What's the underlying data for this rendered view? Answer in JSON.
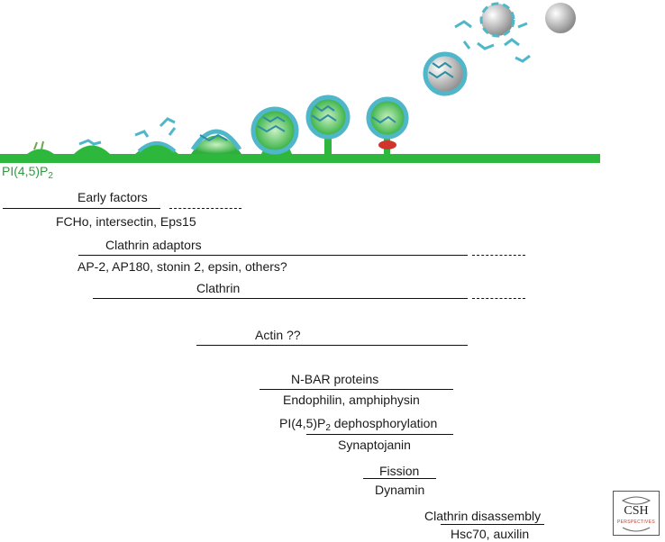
{
  "pip_label": {
    "pre": "PI(4,5)P",
    "sub": "2"
  },
  "early_factors": {
    "title": "Early factors",
    "members": "FCHo, intersectin, Eps15"
  },
  "clathrin_adaptors": {
    "title": "Clathrin adaptors",
    "members": "AP-2, AP180, stonin 2, epsin, others?"
  },
  "clathrin": {
    "title": "Clathrin"
  },
  "actin": {
    "title": "Actin ??"
  },
  "nbar": {
    "title": "N-BAR proteins",
    "members": "Endophilin, amphiphysin"
  },
  "dephos": {
    "title_pre": "PI(4,5)P",
    "title_sub": "2",
    "title_post": " dephosphorylation",
    "members": "Synaptojanin"
  },
  "fission": {
    "title": "Fission",
    "members": "Dynamin"
  },
  "disassembly": {
    "title": "Clathrin disassembly",
    "members": "Hsc70, auxilin"
  },
  "logo": {
    "main": "CSH",
    "sub": "PERSPECTIVES"
  },
  "colors": {
    "membrane": "#2db83d",
    "clathrin": "#4fb7c9",
    "pip": "#2e9e3e",
    "dynamin": "#d0342c"
  }
}
